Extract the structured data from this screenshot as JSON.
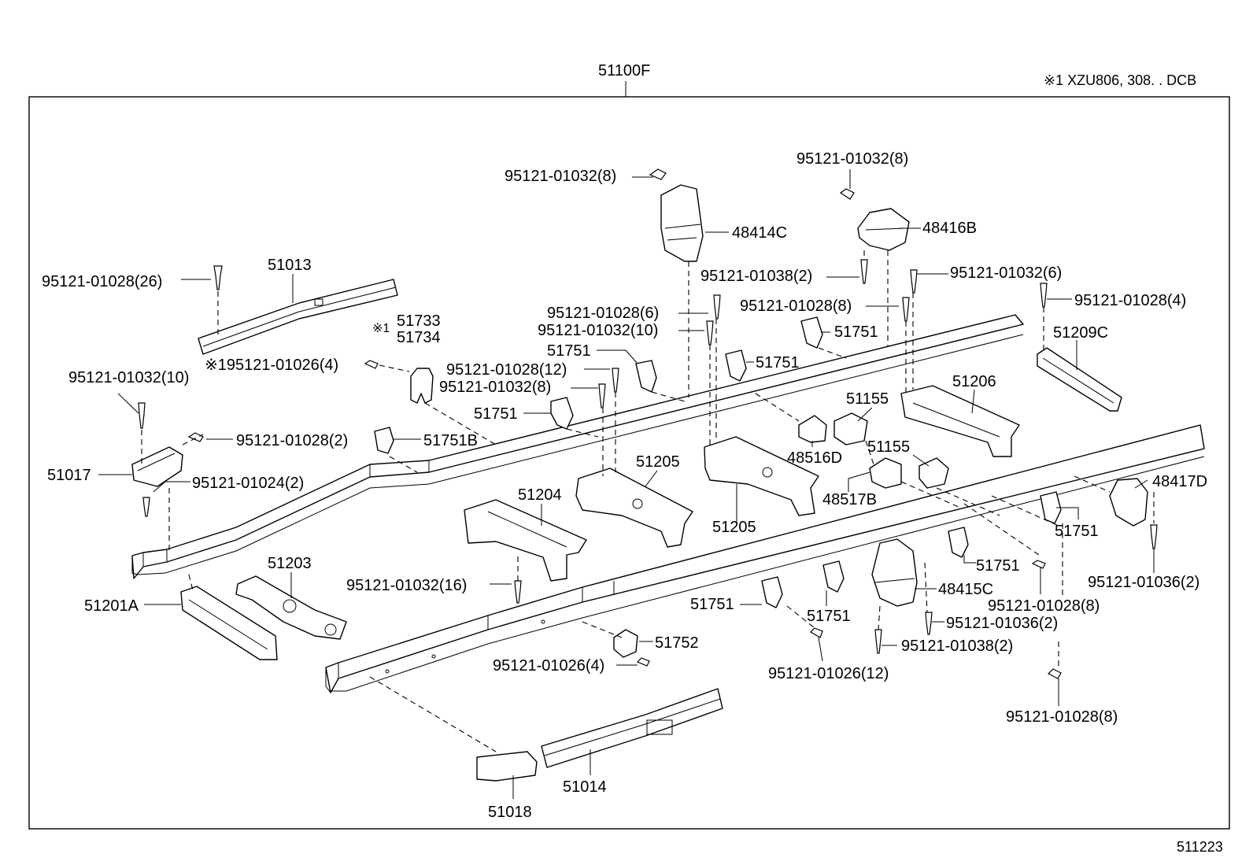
{
  "assembly": {
    "title": "51100F",
    "model_note": "※1  XZU806, 308. . DCB",
    "diagram_code": "511223"
  },
  "labels": {
    "p51013": "51013",
    "p51017": "51017",
    "p51201a": "51201A",
    "p51203": "51203",
    "p51204": "51204",
    "p51205a": "51205",
    "p51205b": "51205",
    "p51206": "51206",
    "p51209c": "51209C",
    "p51014": "51014",
    "p51018": "51018",
    "p51752": "51752",
    "p51751_1": "51751",
    "p51751_2": "51751",
    "p51751_3": "51751",
    "p51751_4": "51751",
    "p51751_5": "51751",
    "p51751_6": "51751",
    "p51751_7": "51751",
    "p51751_8": "51751",
    "p51751b": "51751B",
    "p51733": "51733",
    "p51734": "51734",
    "p51733_mark": "※1",
    "p51155a": "51155",
    "p51155b": "51155",
    "p48414c": "48414C",
    "p48416b": "48416B",
    "p48415c": "48415C",
    "p48417d": "48417D",
    "p48516d": "48516D",
    "p48517b": "48517B",
    "b01028_26": "95121-01028(26)",
    "b01026_4_note": "※195121-01026(4)",
    "b01032_10_left": "95121-01032(10)",
    "b01028_2": "95121-01028(2)",
    "b01024_2": "95121-01024(2)",
    "b01032_8_top": "95121-01032(8)",
    "b01032_8_topright": "95121-01032(8)",
    "b01038_2_top": "95121-01038(2)",
    "b01032_6": "95121-01032(6)",
    "b01028_4": "95121-01028(4)",
    "b01028_6": "95121-01028(6)",
    "b01032_10_mid": "95121-01032(10)",
    "b01028_8_mid": "95121-01028(8)",
    "b01028_12": "95121-01028(12)",
    "b01032_8_mid": "95121-01032(8)",
    "b01032_16": "95121-01032(16)",
    "b01026_4": "95121-01026(4)",
    "b01026_12": "95121-01026(12)",
    "b01036_2_right": "95121-01036(2)",
    "b01028_8_right": "95121-01028(8)",
    "b01036_2_mid": "95121-01036(2)",
    "b01038_2_bot": "95121-01038(2)",
    "b01028_8_bottom": "95121-01028(8)"
  }
}
